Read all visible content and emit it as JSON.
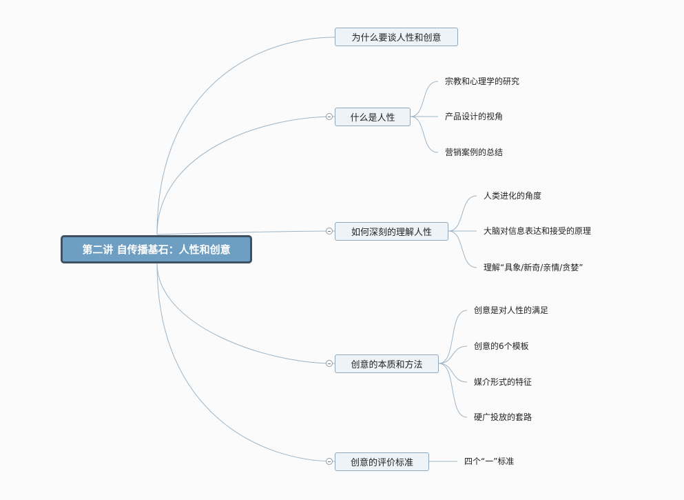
{
  "root": {
    "label": "第二讲 自传播基石：人性和创意"
  },
  "branches": [
    {
      "label": "为什么要谈人性和创意",
      "children": []
    },
    {
      "label": "什么是人性",
      "children": [
        "宗教和心理学的研究",
        "产品设计的视角",
        "营销案例的总结"
      ]
    },
    {
      "label": "如何深刻的理解人性",
      "children": [
        "人类进化的角度",
        "大脑对信息表达和接受的原理",
        "理解“具象/新奇/亲情/贪婪”"
      ]
    },
    {
      "label": "创意的本质和方法",
      "children": [
        "创意是对人性的满足",
        "创意的6个模板",
        "媒介形式的特征",
        "硬广投放的套路"
      ]
    },
    {
      "label": "创意的评价标准",
      "children": [
        "四个“一”标准"
      ]
    }
  ],
  "colors": {
    "root_fill": "#6f9ec3",
    "root_border": "#3f5160",
    "branch_fill": "#eef3f7",
    "branch_border": "#8fa7bb",
    "link": "#9db4c6"
  }
}
